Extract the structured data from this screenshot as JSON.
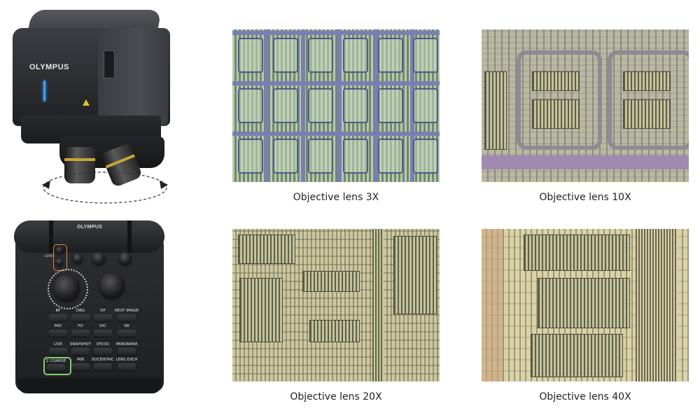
{
  "microscope": {
    "brand": "OLYMPUS"
  },
  "controller": {
    "brand": "OLYMPUS",
    "row_labels": [
      [
        "BF",
        "DBG",
        "DF",
        "NEXT IMAGE"
      ],
      [
        "MIX",
        "FO",
        "DIC",
        "SR"
      ],
      [
        "LIVE",
        "SNAPSHOT",
        "EFI/3D",
        "PANORAMA"
      ],
      [
        "Z COARSE",
        "MIB",
        "EUCENTRIC",
        "LENS EXCH"
      ]
    ],
    "lens_label": "LENS"
  },
  "images": [
    {
      "caption": "Objective lens 3X"
    },
    {
      "caption": "Objective lens 10X"
    },
    {
      "caption": "Objective lens 20X"
    },
    {
      "caption": "Objective lens 40X"
    }
  ],
  "colors": {
    "led": "#3aa3ff",
    "zcoarse_highlight": "#7ed36a",
    "lens_highlight": "#d98a2b"
  }
}
